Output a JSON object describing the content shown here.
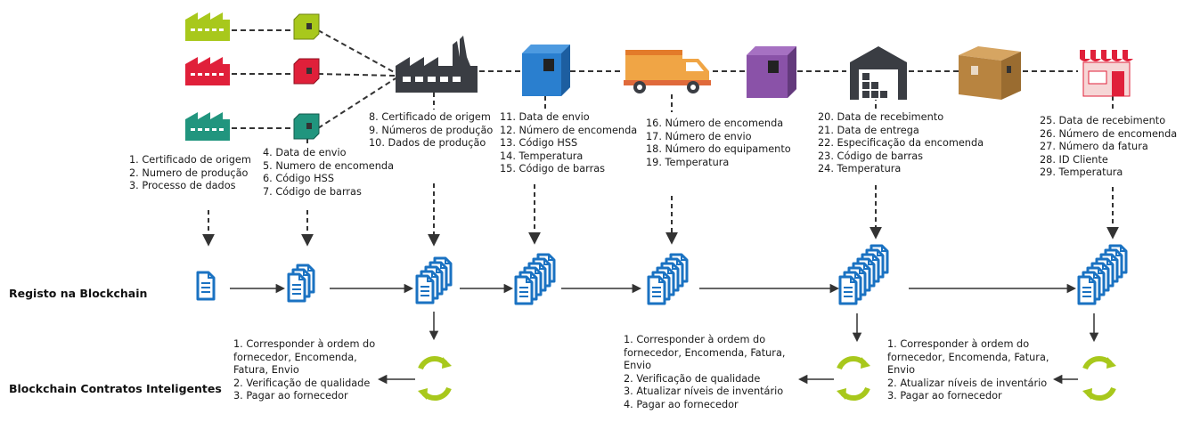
{
  "row_labels": {
    "blockchain_record": "Registo na Blockchain",
    "smart_contracts": "Blockchain Contratos Inteligentes"
  },
  "stage_lists": {
    "stage1": [
      "1. Certificado de origem",
      "2. Numero de produção",
      "3. Processo de dados"
    ],
    "stage2": [
      "4. Data de envio",
      "5. Numero de encomenda",
      "6. Código HSS",
      "7. Código de barras"
    ],
    "stage3": [
      "8. Certificado de origem",
      "9. Números de produção",
      "10. Dados de produção"
    ],
    "stage4": [
      "11. Data de envio",
      "12. Número de encomenda",
      "13. Código HSS",
      "14. Temperatura",
      "15. Código de barras"
    ],
    "stage5": [
      "16. Número de encomenda",
      "17. Número de envio",
      "18. Número do equipamento",
      "19. Temperatura"
    ],
    "stage6": [
      "20. Data de recebimento",
      "21. Data de entrega",
      "22. Especificação da encomenda",
      "23. Código de barras",
      "24. Temperatura"
    ],
    "stage7": [
      "25. Data de recebimento",
      "26. Número de encomenda",
      "27. Número da fatura",
      "28. ID Cliente",
      "29. Temperatura"
    ]
  },
  "contracts": {
    "contract1": [
      "1. Corresponder à ordem do",
      "fornecedor, Encomenda,",
      "Fatura, Envio",
      "2. Verificação de qualidade",
      "3. Pagar ao fornecedor"
    ],
    "contract2": [
      "1. Corresponder à ordem do",
      "fornecedor, Encomenda, Fatura,",
      "Envio",
      "2. Verificação de qualidade",
      "3. Atualizar níveis de inventário",
      "4. Pagar ao fornecedor"
    ],
    "contract3": [
      "1. Corresponder à ordem do",
      "fornecedor, Encomenda, Fatura,",
      "Envio",
      "2. Atualizar níveis de inventário",
      "3. Pagar ao fornecedor"
    ]
  },
  "colors": {
    "factory_lime": "#a8c81c",
    "factory_red": "#e0203a",
    "factory_teal": "#21957e",
    "factory_main": "#3a3d43",
    "container_blue": "#2a7fcf",
    "truck_orange": "#f0a545",
    "container_purple": "#8a52a8",
    "warehouse": "#3a3d43",
    "box_brown": "#b88440",
    "doc_blue": "#1a72c2",
    "cycle_green": "#a8c81c"
  },
  "icons": [
    "factory-icon",
    "small-container-icon",
    "main-factory-icon",
    "shipping-container-icon",
    "truck-icon",
    "warehouse-icon",
    "cardboard-box-icon",
    "store-icon",
    "document-stack-icon",
    "cycle-icon"
  ]
}
